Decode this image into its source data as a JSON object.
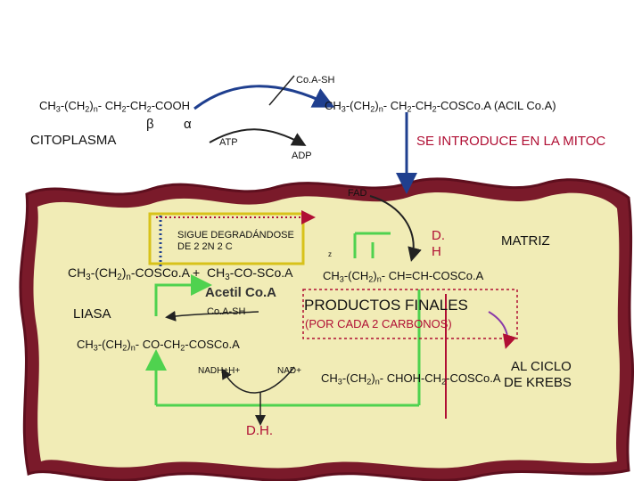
{
  "top": {
    "coa_sh": "Co.A-SH",
    "fatty_acid_html": "CH<sub>3</sub>-(CH<sub>2</sub>)<sub>n</sub>- CH<sub>2</sub>-CH<sub>2</sub>-COOH",
    "beta": "β",
    "alpha": "α",
    "acyl_coa_html": "CH<sub>3</sub>-(CH<sub>2</sub>)<sub>n</sub>- CH<sub>2</sub>-CH<sub>2</sub>-COSCo.A  (ACIL Co.A)",
    "citoplasma": "CITOPLASMA",
    "atp": "ATP",
    "adp": "ADP",
    "se_introduce": "SE INTRODUCE EN LA MITOC"
  },
  "mito": {
    "fad": "FAD",
    "dh_top": "D.\nH",
    "matriz": "MATRIZ",
    "sigue": "SIGUE DEGRADÁNDOSE\nDE 2 2N 2 C",
    "small_z": "z",
    "acyl_n_coa_html": "CH<sub>3</sub>-(CH<sub>2</sub>)<sub>n</sub>-COSCo.A +",
    "acetyl_formula_html": "CH<sub>3</sub>-CO-SCo.A",
    "acetil_coa": "Acetil Co.A",
    "liasa": "LIASA",
    "coa_sh_inner": "Co.A-SH",
    "enoyl_html": "CH<sub>3</sub>-(CH<sub>2</sub>)<sub>n</sub>- CH=CH-COSCo.A",
    "productos": "PRODUCTOS FINALES",
    "por_cada": "(POR CADA 2 CARBONOS)",
    "ketoacyl_html": "CH<sub>3</sub>-(CH<sub>2</sub>)<sub>n</sub>- CO-CH<sub>2</sub>-COSCo.A",
    "nadh": "NADH+H+",
    "nad": "NAD+",
    "hydroxyacyl_html": "CH<sub>3</sub>-(CH<sub>2</sub>)<sub>n</sub>- CHOH-CH<sub>2</sub>-COSCo.A",
    "al_ciclo": "AL CICLO\nDE KREBS",
    "dh_bottom": "D.H."
  },
  "colors": {
    "membrane_outer": "#7a1a2a",
    "membrane_fill": "#f1ecb6",
    "dark_red": "#b00f34",
    "green": "#4fd24f",
    "blue": "#1f3f8f",
    "gold": "#d8c21a",
    "purple": "#8a3aa8"
  }
}
